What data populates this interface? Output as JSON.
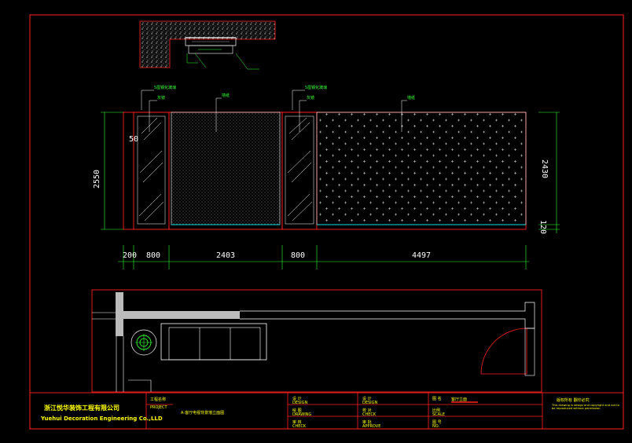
{
  "elevation": {
    "height_total": "2550",
    "height_panel": "2430",
    "height_base": "120",
    "offset_mark": "50",
    "widths": [
      "200",
      "800",
      "2403",
      "800",
      "4497"
    ],
    "callouts": {
      "glass_left": "5厘钢化玻璃",
      "mirror_left": "灰镜",
      "wallpaper_center": "墙纸",
      "glass_right": "5厘钢化玻璃",
      "mirror_right": "灰镜",
      "wallpaper_right": "墙纸"
    }
  },
  "title_block": {
    "company_cn": "浙江悦华装饰工程有限公司",
    "company_en": "Yuehui Decoration Engineering Co.,LLD",
    "project_label": "工程名称",
    "project_value": "PROJECT",
    "drawing_title": "A-客厅电视背景墙立面图",
    "fields": [
      {
        "label": "设 计",
        "value": "DESIGN"
      },
      {
        "label": "绘 图",
        "value": "DRAWING"
      },
      {
        "label": "审 核",
        "value": "CHECK"
      }
    ],
    "fields2": [
      {
        "label": "设 计",
        "value": "DESIGN"
      },
      {
        "label": "校 对",
        "value": "CHECK"
      },
      {
        "label": "审 批",
        "value": "APPROVE"
      }
    ],
    "fields3": [
      {
        "label": "图 名",
        "value": "客厅立面"
      },
      {
        "label": "比例",
        "value": "SCALE"
      },
      {
        "label": "图 号",
        "value": "NO."
      }
    ],
    "copyright_title": "版权所有 翻印必究",
    "copyright_text": "This drawing is design and copyright and not to be reproduced without permission"
  },
  "colors": {
    "frame": "#ff2020",
    "lines": "#ffffff",
    "leaders": "#33ff33",
    "text_title": "#ffff00"
  }
}
